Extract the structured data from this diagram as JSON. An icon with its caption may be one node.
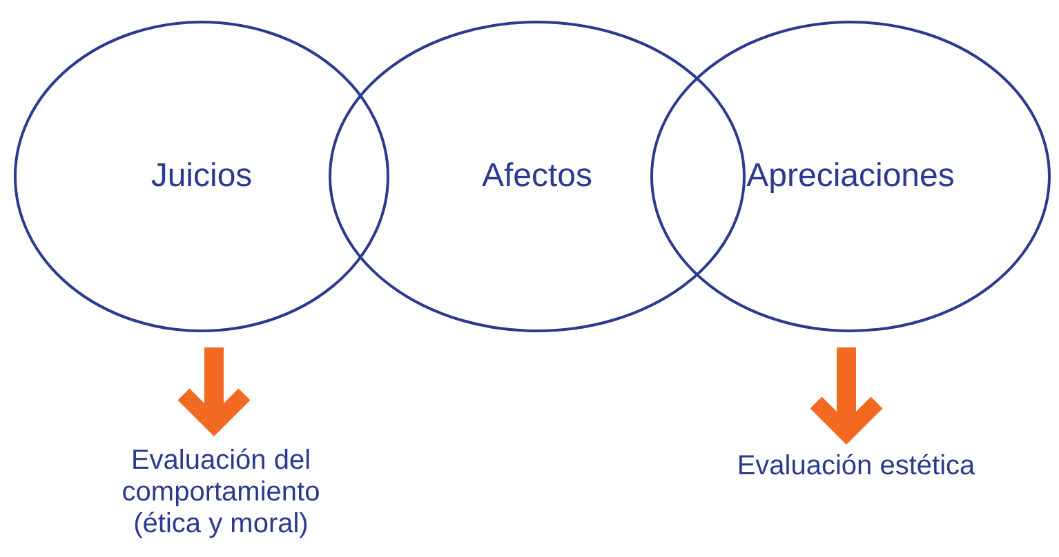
{
  "diagram": {
    "nodes": [
      {
        "text": [
          "Juicios"
        ]
      },
      {
        "text": [
          "Afectos"
        ]
      },
      {
        "text": [
          "Apreciaciones"
        ]
      },
      {
        "text": [
          "Evaluación del comportamiento (ética y moral)"
        ]
      },
      {
        "text": [
          "Evaluación estética"
        ]
      }
    ],
    "edges": [
      {
        "from": 0,
        "to": 3,
        "arrow": "to"
      },
      {
        "from": 2,
        "to": 4,
        "arrow": "to"
      }
    ]
  }
}
